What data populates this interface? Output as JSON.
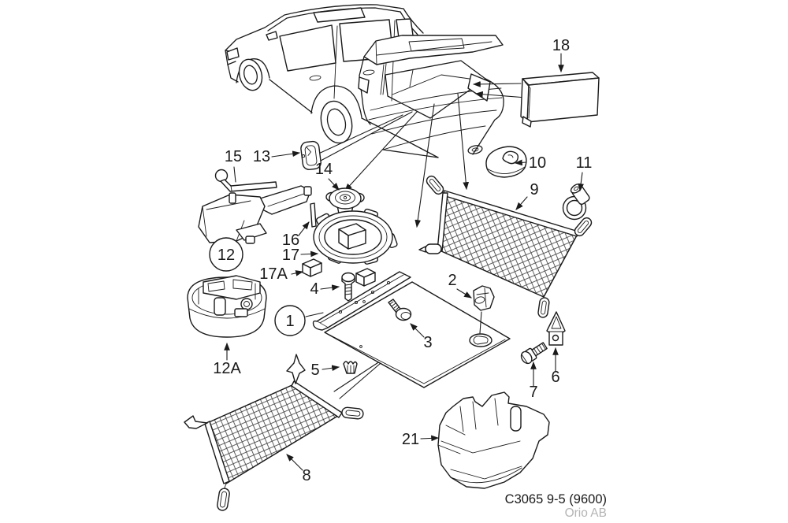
{
  "diagram": {
    "type": "exploded-parts-diagram",
    "subject": "Saab 9-5 luggage compartment equipment",
    "labels": {
      "n1": "1",
      "n2": "2",
      "n3": "3",
      "n4": "4",
      "n5": "5",
      "n6": "6",
      "n7": "7",
      "n8": "8",
      "n9": "9",
      "n10": "10",
      "n11": "11",
      "n12": "12",
      "n12a": "12A",
      "n13": "13",
      "n14": "14",
      "n15": "15",
      "n16": "16",
      "n17": "17",
      "n17a": "17A",
      "n18": "18",
      "n21": "21"
    },
    "caption": {
      "code": "C3065 9-5 (9600)",
      "publisher": "Orio AB"
    },
    "colors": {
      "line": "#1a1a1a",
      "background": "#ffffff",
      "caption_muted": "#b4b4b4"
    }
  }
}
